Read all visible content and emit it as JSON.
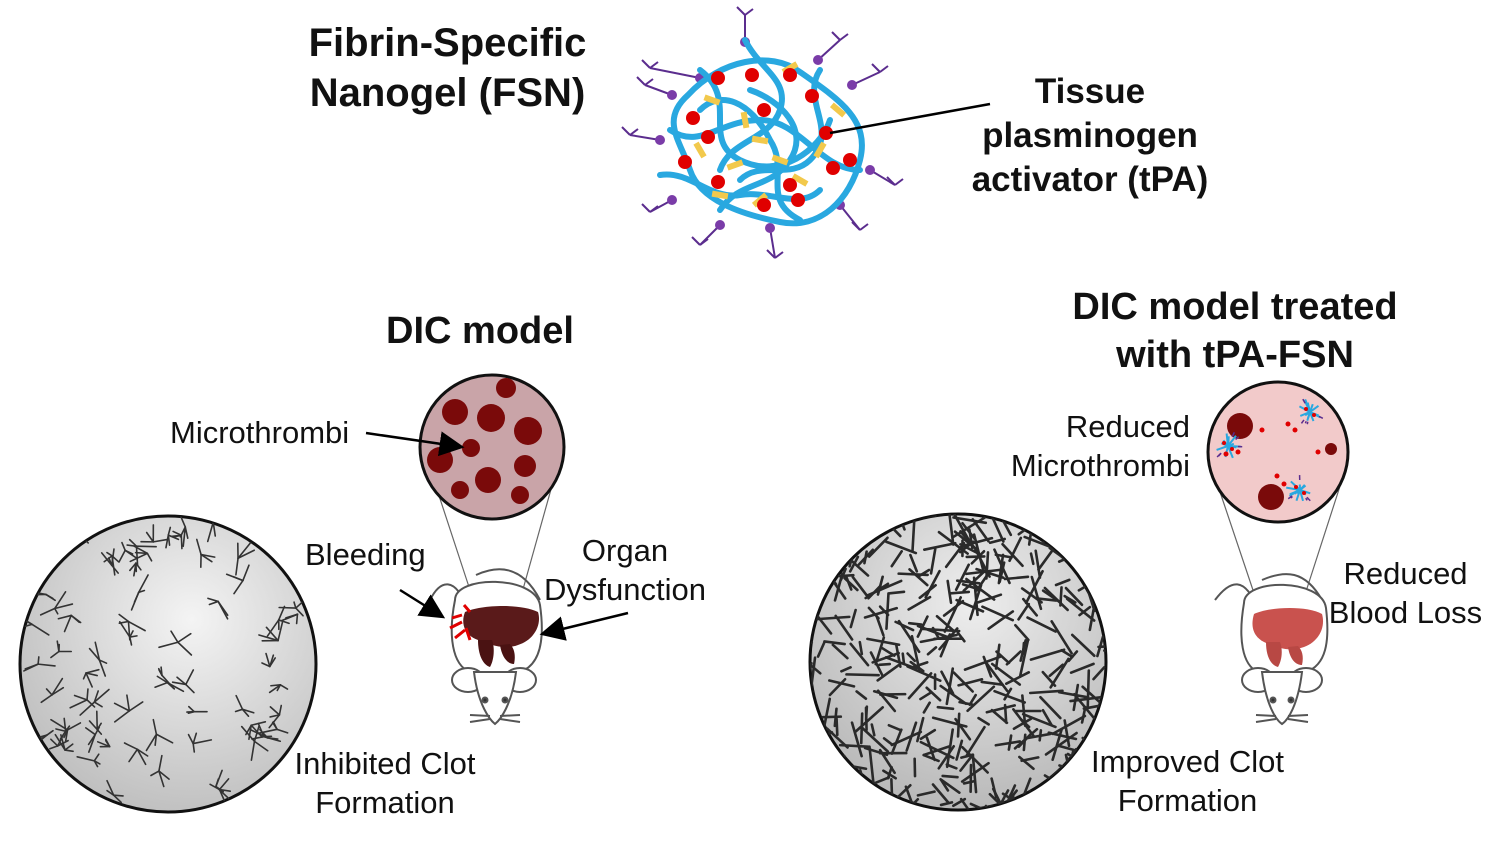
{
  "nanogel": {
    "title_line1": "Fibrin-Specific",
    "title_line2": "Nanogel (FSN)",
    "tpa_line1": "Tissue",
    "tpa_line2": "plasminogen",
    "tpa_line3": "activator (tPA)"
  },
  "dic_model": {
    "title": "DIC model",
    "microthrombi": "Microthrombi",
    "bleeding": "Bleeding",
    "organ_line1": "Organ",
    "organ_line2": "Dysfunction",
    "clot_line1": "Inhibited Clot",
    "clot_line2": "Formation"
  },
  "dic_treated": {
    "title_line1": "DIC model treated",
    "title_line2": "with tPA-FSN",
    "micro_line1": "Reduced",
    "micro_line2": "Microthrombi",
    "blood_line1": "Reduced",
    "blood_line2": "Blood Loss",
    "clot_line1": "Improved Clot",
    "clot_line2": "Formation"
  },
  "colors": {
    "polymer": "#29a8e0",
    "crosslinker": "#f2c94c",
    "tpa_dot": "#e00000",
    "ligand": "#5b2d8e",
    "thrombus": "#7a0a0a",
    "dish_untreated": "#c9a4a8",
    "dish_treated": "#f2caca",
    "liver_dark": "#5a1a1a",
    "liver_light": "#c9524e",
    "fibrin": "#333333"
  }
}
